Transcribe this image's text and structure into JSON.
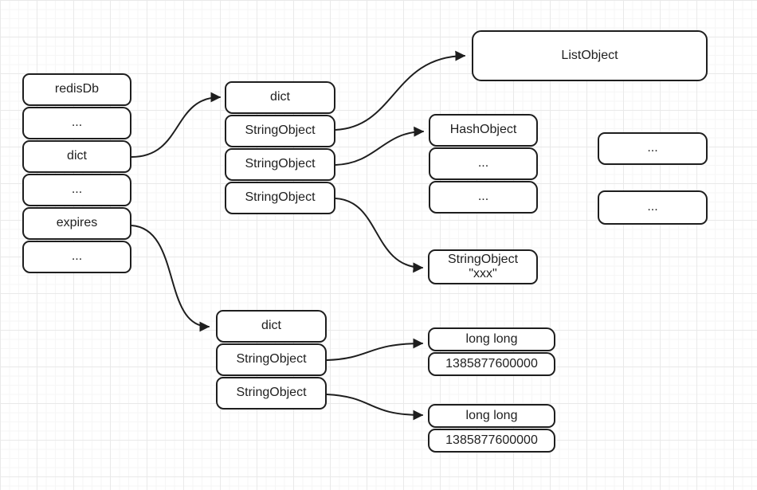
{
  "diagram": {
    "description": "Redis database structure diagram",
    "colors": {
      "stroke": "#1e1e1e",
      "text": "#1f1f1f",
      "background": "#ffffff",
      "grid_minor": "#f6f6f6",
      "grid_major": "#e9e9e9"
    },
    "nodes": {
      "left_stack": {
        "cells": [
          "redisDb",
          "...",
          "dict",
          "...",
          "expires",
          "..."
        ]
      },
      "key_dict_stack": {
        "cells": [
          "dict",
          "StringObject",
          "StringObject",
          "StringObject"
        ]
      },
      "list_object": {
        "label": "ListObject"
      },
      "hash_stack": {
        "cells": [
          "HashObject",
          "...",
          "..."
        ]
      },
      "right_box_1": {
        "label": "..."
      },
      "right_box_2": {
        "label": "..."
      },
      "string_xxx": {
        "lines": [
          "StringObject",
          "\"xxx\""
        ]
      },
      "expires_dict_stack": {
        "cells": [
          "dict",
          "StringObject",
          "StringObject"
        ]
      },
      "longlong_1": {
        "cells": [
          "long long",
          "1385877600000"
        ]
      },
      "longlong_2": {
        "cells": [
          "long long",
          "1385877600000"
        ]
      }
    },
    "edges": [
      {
        "from": "left_stack.dict",
        "to": "key_dict_stack.dict"
      },
      {
        "from": "key_dict_stack.StringObject1",
        "to": "list_object"
      },
      {
        "from": "key_dict_stack.StringObject2",
        "to": "hash_stack.HashObject"
      },
      {
        "from": "key_dict_stack.StringObject3",
        "to": "string_xxx"
      },
      {
        "from": "left_stack.expires",
        "to": "expires_dict_stack.dict"
      },
      {
        "from": "expires_dict_stack.StringObject1",
        "to": "longlong_1"
      },
      {
        "from": "expires_dict_stack.StringObject2",
        "to": "longlong_2"
      }
    ]
  }
}
